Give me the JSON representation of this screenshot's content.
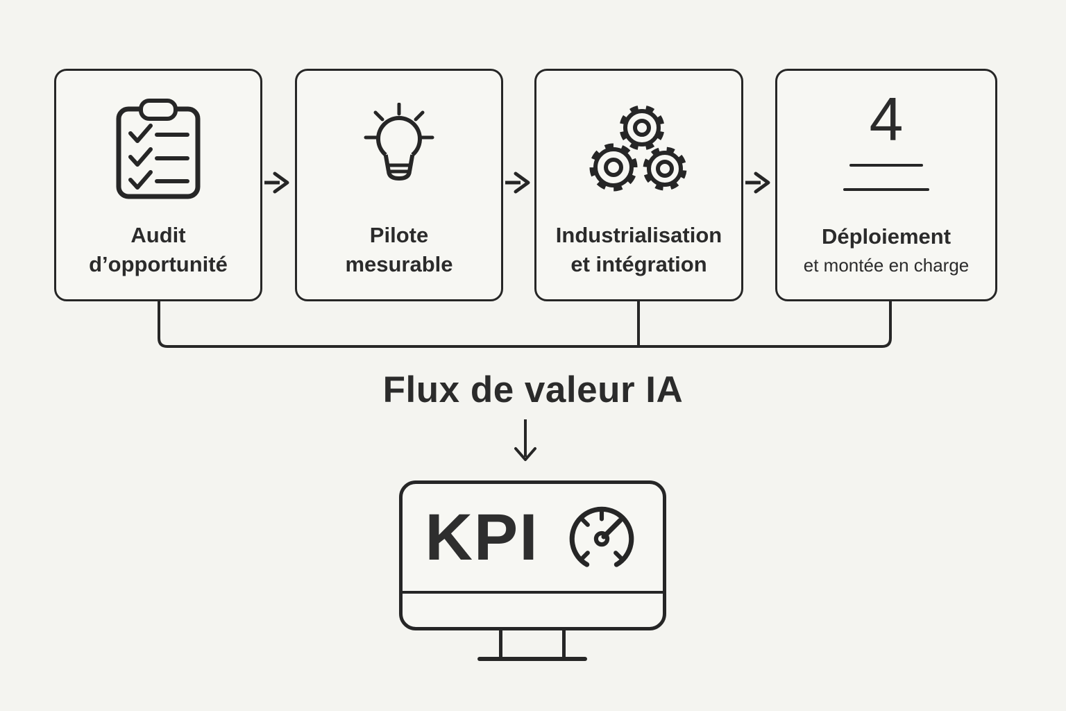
{
  "title": "Flux de valeur IA",
  "colors": {
    "background": "#f4f4f0",
    "stroke": "#262626",
    "text": "#2b2b2b"
  },
  "steps": [
    {
      "icon": "clipboard-checklist-icon",
      "line1": "Audit",
      "line2": "d’opportunité"
    },
    {
      "icon": "lightbulb-icon",
      "line1": "Pilote",
      "line2": "mesurable"
    },
    {
      "icon": "gears-icon",
      "line1": "Industrialisation",
      "line2": "et intégration"
    },
    {
      "icon": "number-4-icon",
      "number": "4",
      "line1": "Déploiement",
      "line2": "et montée en charge"
    }
  ],
  "monitor": {
    "label": "KPI",
    "icon": "gauge-icon"
  }
}
